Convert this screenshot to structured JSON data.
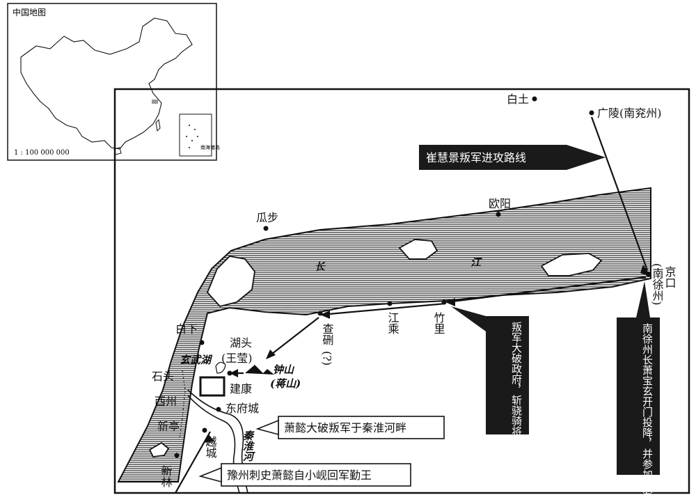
{
  "inset": {
    "title": "中国地图",
    "scale": "1 : 100 000 000",
    "south_sea_label": "南海诸岛"
  },
  "places": {
    "baitu": "白土",
    "guangling": "广陵(南兖州)",
    "ouyang": "欧阳",
    "guabu": "瓜步",
    "jingkou": "京口",
    "nanxuzhou": "(南徐州)",
    "zhuli": "竹里",
    "jiangcheng": "江乘",
    "chali": "查硎",
    "chali_q": "(?)",
    "baixia": "白下",
    "hutou": "湖头",
    "wangying": "(王莹)",
    "xuanwuhu": "玄武湖",
    "zhongshan": "钟山",
    "jiangshan": "(蒋山)",
    "shitou": "石头",
    "jiankang": "建康",
    "xizhou": "西州",
    "dongfucheng": "东府城",
    "xinting": "新亭",
    "yuecheng": "越城",
    "qinhuaihe": "秦淮河",
    "xinlin": "新林",
    "chang": "长",
    "jiang": "江"
  },
  "callouts": {
    "route": "崔慧景叛军进攻路线",
    "zhangfohu": "叛军大破政府，斩骁骑将军张佛护",
    "xiaobaoxuan": "南徐州长萧宝玄开门投降，并参加叛军行列",
    "xiaoyi_victory": "萧懿大破叛军于秦淮河畔",
    "xiaoyi_return": "豫州刺史萧懿自小岘回军勤王"
  },
  "colors": {
    "ink": "#111111",
    "callout_dark": "#1a1a1a",
    "paper": "#ffffff"
  }
}
